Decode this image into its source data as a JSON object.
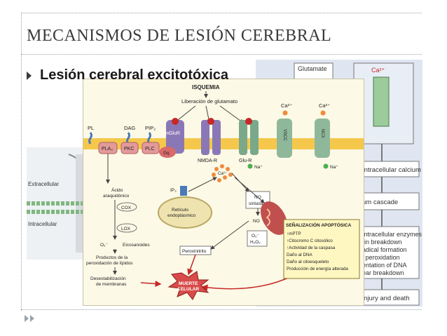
{
  "slide": {
    "title": "MECANISMOS DE LESIÓN CEREBRAL",
    "bullet": "Lesión cerebral excitotóxica"
  },
  "left_figure": {
    "extracellular": "Extracellular",
    "intracellular": "Intracellular"
  },
  "right_flowchart": {
    "glutamate": "Glutamate",
    "ca": "Ca²⁺",
    "box1": "Intracellular calcium",
    "box2": "um cascade",
    "box3_lines": [
      "Intracellular enzymes",
      "rin breakdown",
      "adical formation",
      "l peroxidation",
      "entation of DNA",
      "ear breakdown"
    ],
    "box4": "injury and death"
  },
  "main_figure": {
    "isquemia": "ISQUEMIA",
    "liberacion": "Liberación de glutamato",
    "pl": "PL",
    "dag": "DAG",
    "pip2": "PIP₂",
    "ca2_a": "Ca²⁺",
    "ca2_b": "Ca²⁺",
    "mglur": "mGluR",
    "nmda": "NMDA-R",
    "glur": "Glu-R",
    "vscc": "VSCC",
    "ncx": "NCX",
    "pla2": "PLA₂",
    "pkc": "PKC",
    "plc": "PLC",
    "gq": "Gq",
    "na_a": "Na⁺",
    "na_b": "Na⁺",
    "acido": [
      "Ácido",
      "araquidónico"
    ],
    "cox": "COX",
    "lox": "LOX",
    "ip3": "IP₃",
    "reticulo": [
      "Retículo",
      "endoplásmico"
    ],
    "ca2_center": "Ca²⁺",
    "no_sintasa": [
      "NO",
      "sintasa"
    ],
    "no": "NO",
    "o2": "O₂⁻",
    "h2o2": "H₂O₂",
    "o2_eicos": "O₂⁻",
    "eicosanoides": "Eicosanoides",
    "productos": [
      "Productos de la",
      "peroxidación de lípidos"
    ],
    "peroxinitrito": "Peroxinitrito",
    "desestabilizacion": [
      "Desestabilización",
      "de membranas"
    ],
    "muerte": [
      "MUERTE",
      "CELULAR"
    ],
    "senal_title": "SEÑALIZACIÓN APOPTÓSICA",
    "senal_items": [
      "↑mPTP",
      "↑Citocromo C citosólico",
      "↑Actividad de la caspasa",
      "Daño al DNA",
      "Daño al citoesqueleto",
      "Producción de energía alterada"
    ]
  },
  "colors": {
    "title": "#3a3a3a",
    "membrane": "#f5c84c",
    "purple": "#8a78b6",
    "pink": "#e39a9a",
    "green": "#8fb89a",
    "orange": "#f08a3c",
    "red": "#c62828",
    "mito": "#c0504d"
  }
}
